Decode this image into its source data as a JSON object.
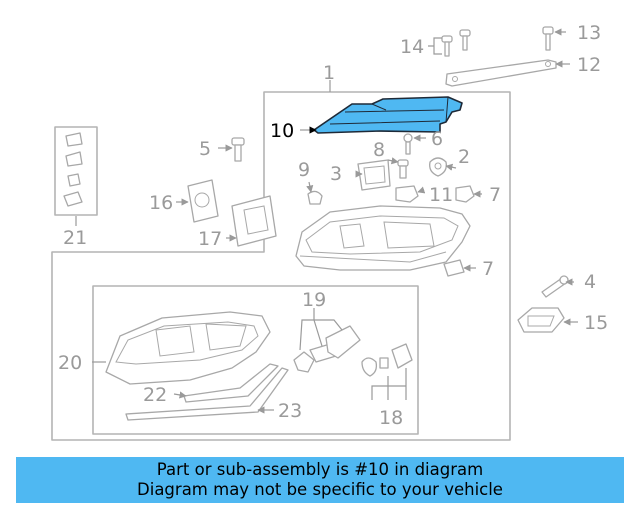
{
  "diagram": {
    "callouts": {
      "c1": "1",
      "c2": "2",
      "c3": "3",
      "c4": "4",
      "c5": "5",
      "c6": "6",
      "c7a": "7",
      "c7b": "7",
      "c8": "8",
      "c9": "9",
      "c10": "10",
      "c11": "11",
      "c12": "12",
      "c13": "13",
      "c14": "14",
      "c15": "15",
      "c16": "16",
      "c17": "17",
      "c18": "18",
      "c19": "19",
      "c20": "20",
      "c21": "21",
      "c22": "22",
      "c23": "23"
    },
    "highlight_color": "#4fb8f2",
    "highlighted_part": "10"
  },
  "banner": {
    "line1": "Part or sub-assembly is #10 in diagram",
    "line2": "Diagram may not be specific to your vehicle",
    "color": "#4fb8f2"
  }
}
